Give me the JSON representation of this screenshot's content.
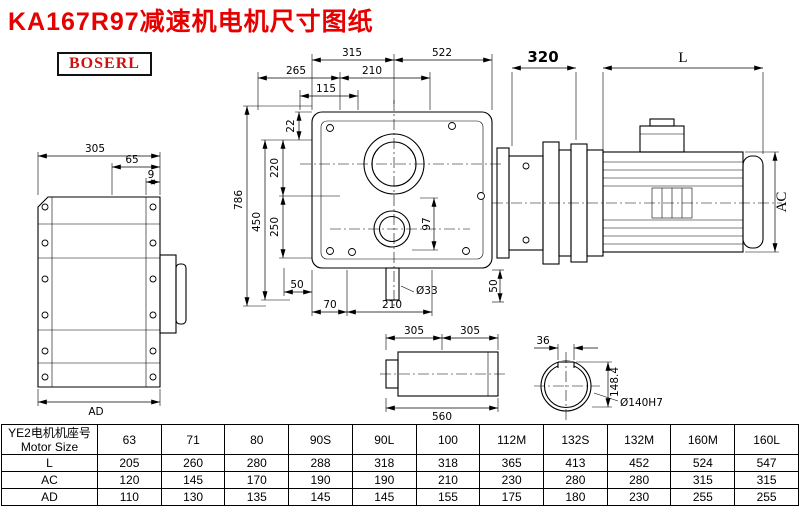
{
  "title": "KA167R97减速机电机尺寸图纸",
  "logo": {
    "text": "BOSERL"
  },
  "dims": {
    "side": {
      "w305": "305",
      "d65": "65",
      "d9": "9",
      "ad": "AD"
    },
    "front": {
      "d315": "315",
      "d522": "522",
      "d265": "265",
      "d210_top": "210",
      "d115": "115",
      "d22": "22",
      "d220": "220",
      "d250": "250",
      "d450": "450",
      "d786": "786",
      "d97": "97",
      "d50_left": "50",
      "d50_right": "50",
      "d70": "70",
      "d210_bottom": "210",
      "d33": "Ø33"
    },
    "motor": {
      "d320": "320",
      "length": "L",
      "ac": "AC"
    },
    "shaft": {
      "d305_left": "305",
      "d305_right": "305",
      "d560": "560"
    },
    "bore": {
      "d36": "36",
      "d148_4": "148.4",
      "d140": "Ø140H7"
    }
  },
  "table": {
    "header_cn": "YE2电机机座号",
    "header_en": "Motor Size",
    "columns": [
      "63",
      "71",
      "80",
      "90S",
      "90L",
      "100",
      "112M",
      "132S",
      "132M",
      "160M",
      "160L"
    ],
    "rows": [
      {
        "label": "L",
        "values": [
          "205",
          "260",
          "280",
          "288",
          "318",
          "318",
          "365",
          "413",
          "452",
          "524",
          "547"
        ]
      },
      {
        "label": "AC",
        "values": [
          "120",
          "145",
          "170",
          "190",
          "190",
          "210",
          "230",
          "280",
          "280",
          "315",
          "315"
        ]
      },
      {
        "label": "AD",
        "values": [
          "110",
          "130",
          "135",
          "145",
          "145",
          "155",
          "175",
          "180",
          "230",
          "255",
          "255"
        ]
      }
    ]
  }
}
